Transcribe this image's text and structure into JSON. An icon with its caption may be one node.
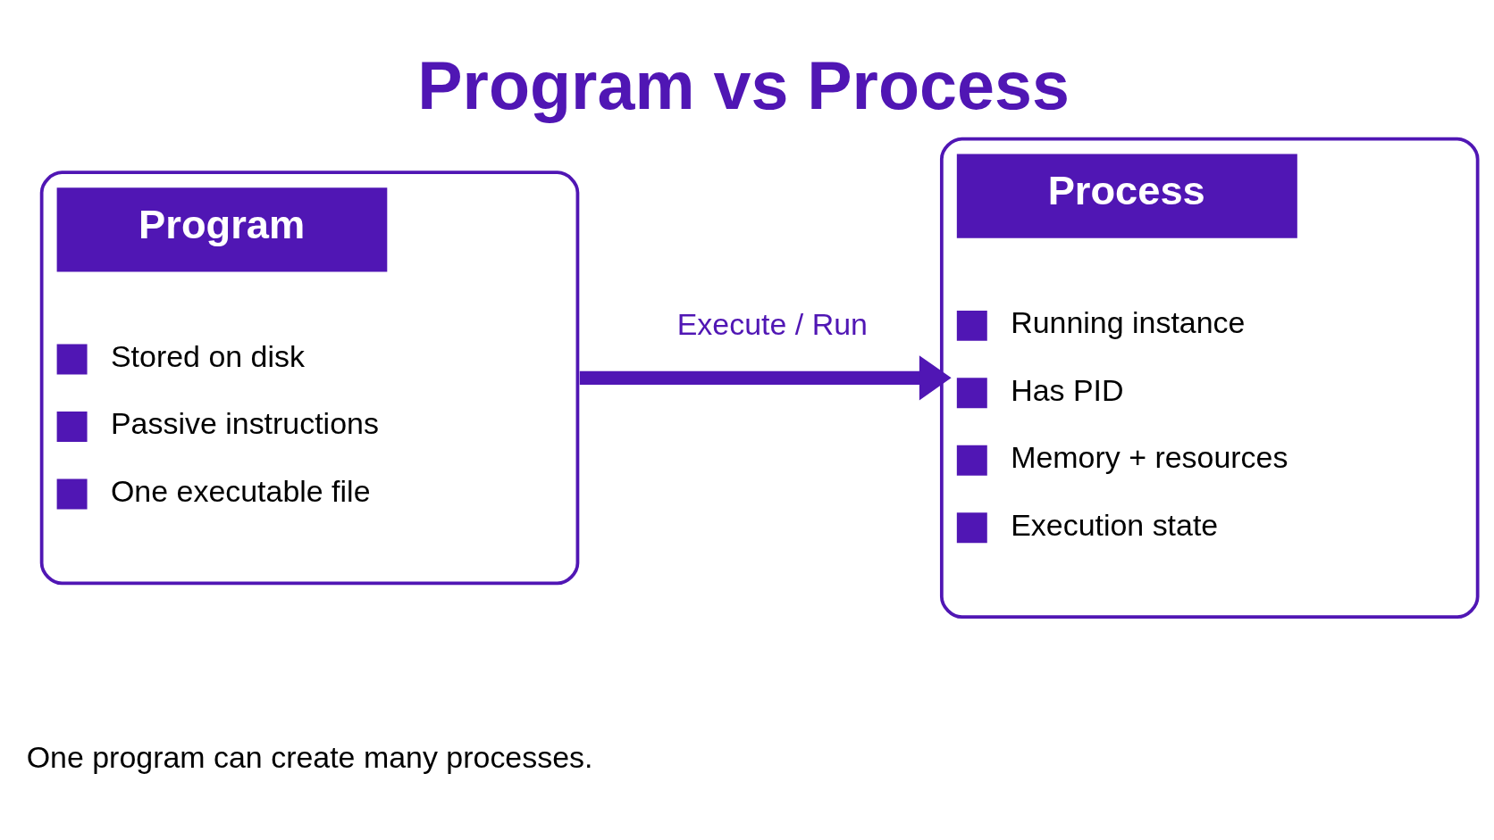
{
  "diagram": {
    "title": "Program vs Process",
    "nodes": [
      {
        "text": [
          "Program",
          "Stored on disk",
          "Passive instructions",
          "One executable file"
        ]
      },
      {
        "text": [
          "Process",
          "Running instance",
          "Has PID",
          "Memory + resources",
          "Execution state"
        ]
      }
    ],
    "edges": [
      {
        "from": 0,
        "to": 1,
        "label": "Execute / Run",
        "arrow": "to"
      }
    ],
    "labels": [
      "One program can create many processes."
    ]
  }
}
